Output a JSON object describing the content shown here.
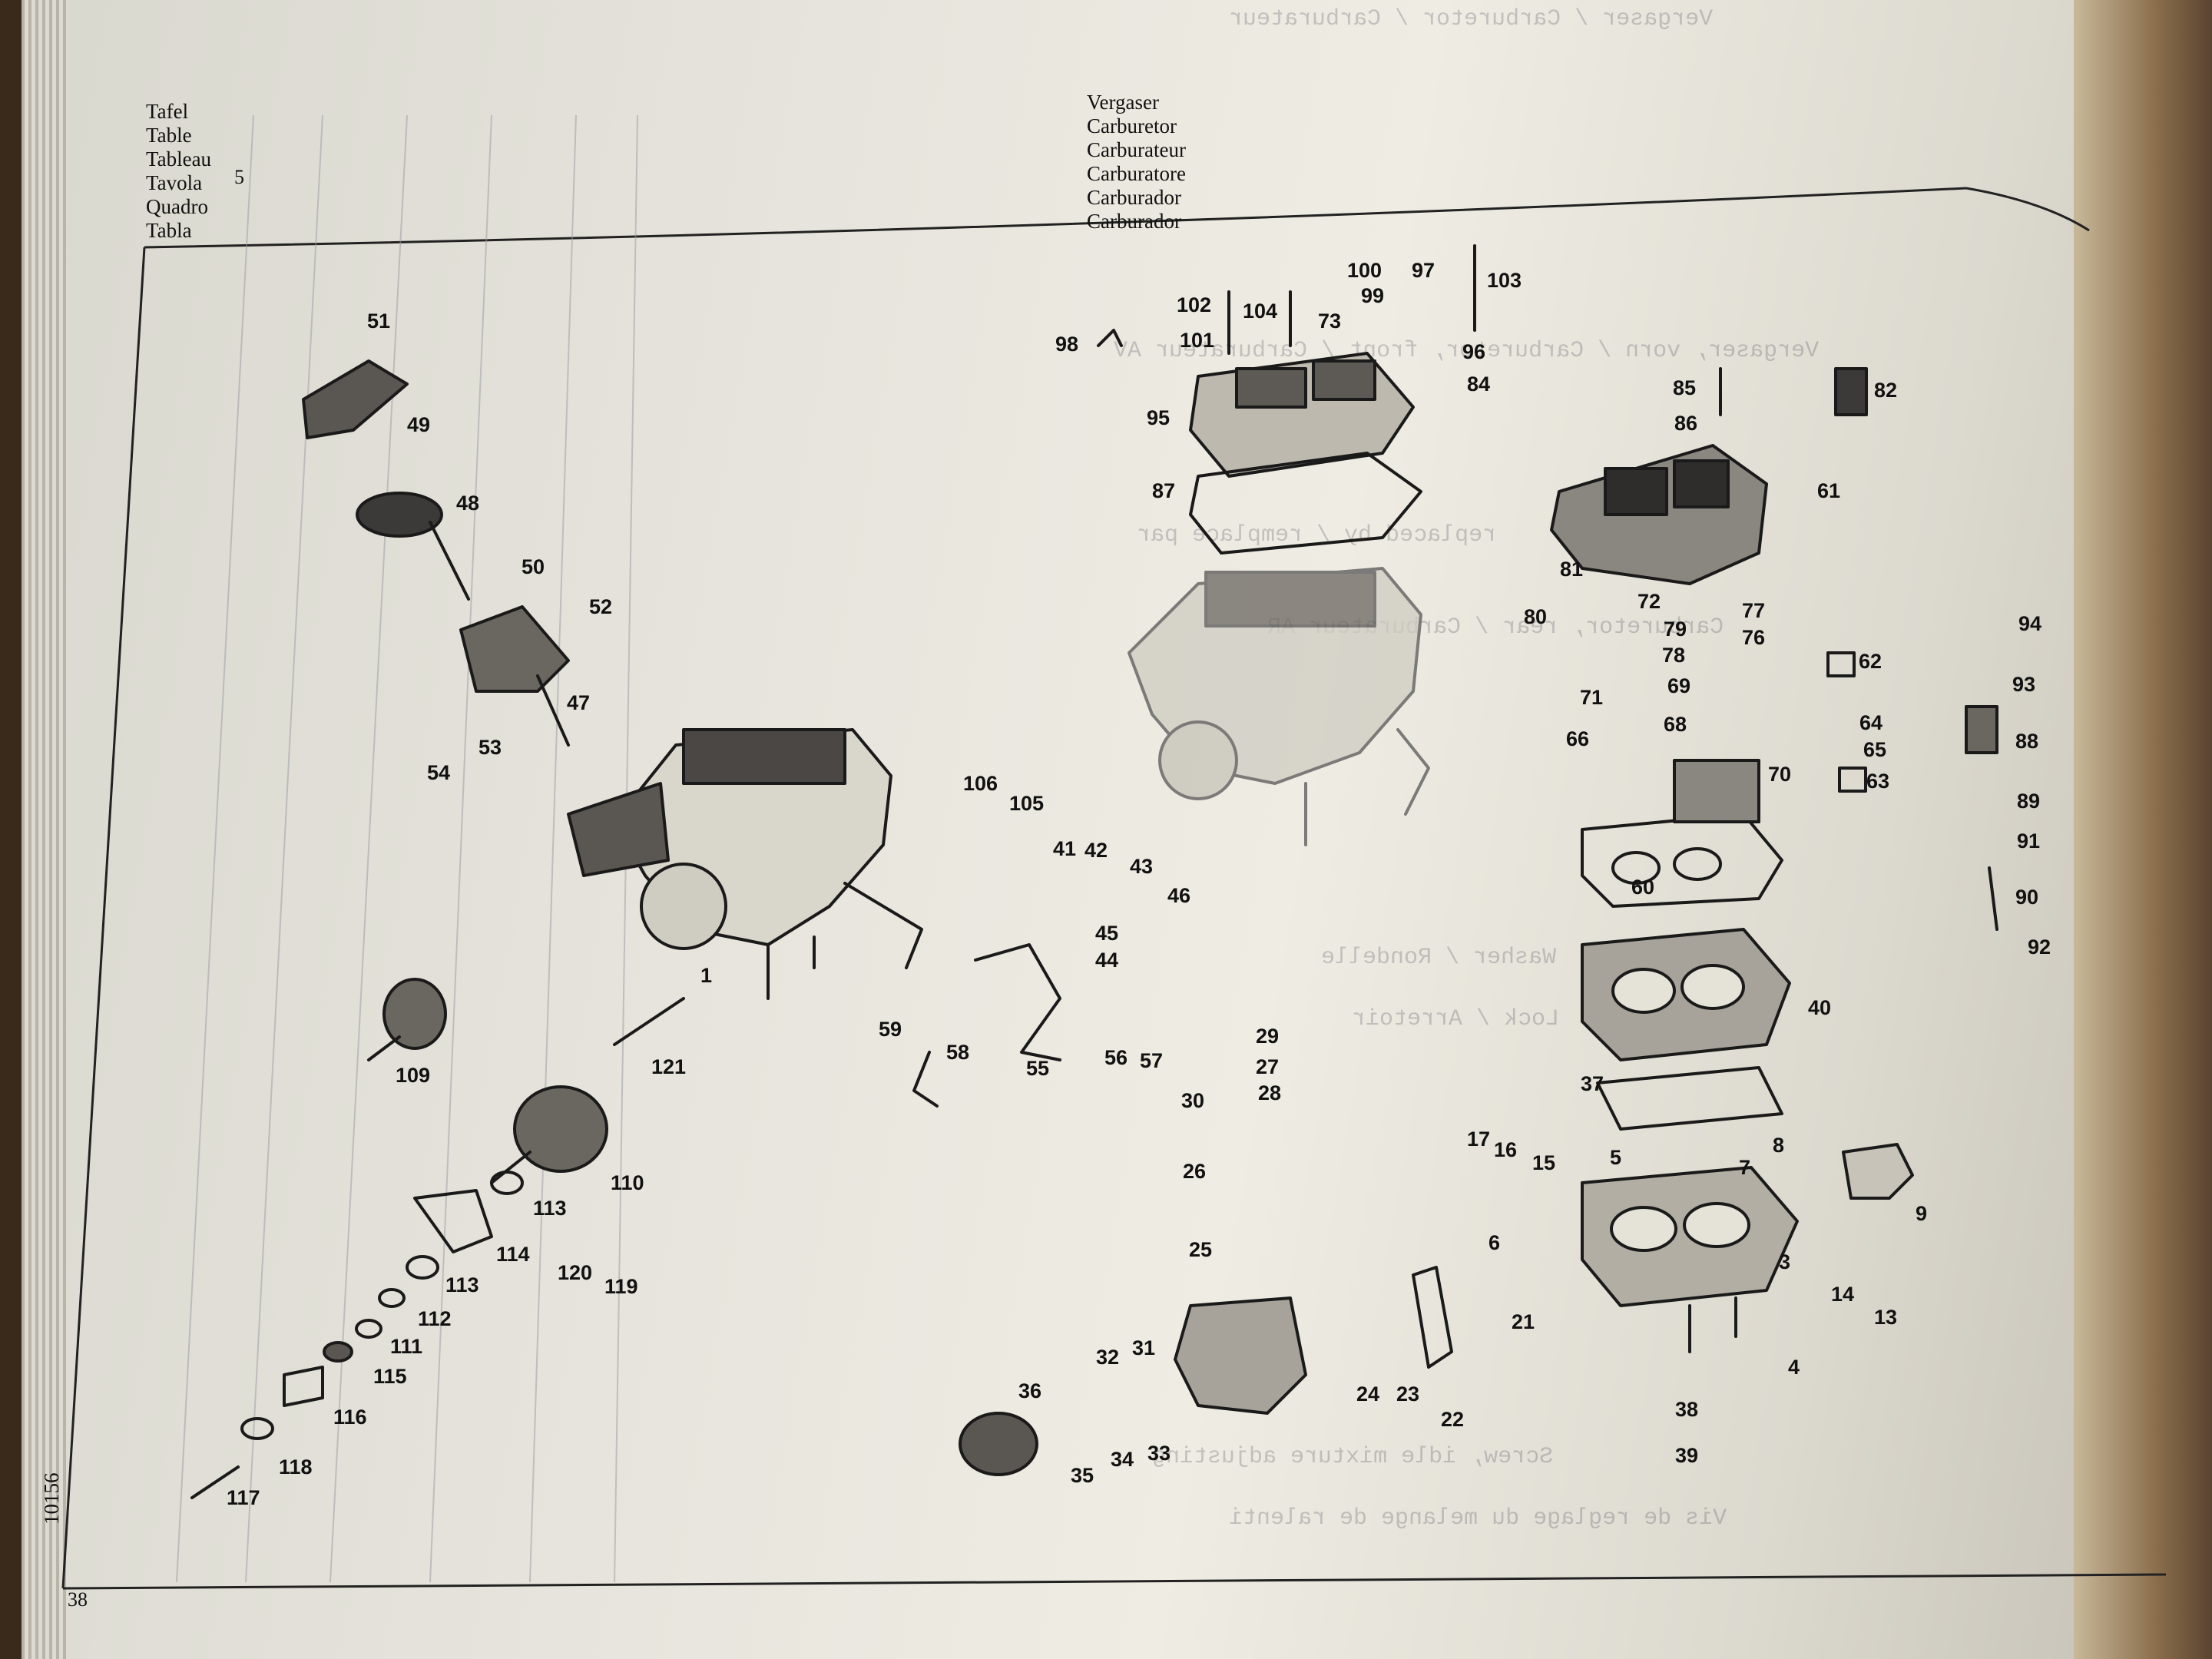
{
  "header": {
    "table_words": [
      "Tafel",
      "Table",
      "Tableau",
      "Tavola",
      "Quadro",
      "Tabla"
    ],
    "table_number": "5",
    "part_names": [
      "Vergaser",
      "Carburetor",
      "Carburateur",
      "Carburatore",
      "Carburador",
      "Carburador"
    ]
  },
  "side_code": "10156",
  "page_number": "38",
  "part_numbers": [
    "1",
    "3",
    "4",
    "5",
    "6",
    "7",
    "8",
    "9",
    "13",
    "14",
    "15",
    "16",
    "17",
    "21",
    "22",
    "24",
    "23",
    "25",
    "26",
    "27",
    "28",
    "29",
    "30",
    "31",
    "32",
    "33",
    "34",
    "35",
    "36",
    "37",
    "38",
    "39",
    "40",
    "41",
    "42",
    "43",
    "44",
    "45",
    "46",
    "47",
    "48",
    "49",
    "50",
    "51",
    "52",
    "53",
    "54",
    "55",
    "56",
    "57",
    "58",
    "59",
    "60",
    "61",
    "62",
    "63",
    "64",
    "65",
    "66",
    "68",
    "69",
    "70",
    "71",
    "72",
    "73",
    "76",
    "77",
    "78",
    "79",
    "80",
    "81",
    "82",
    "84",
    "85",
    "86",
    "87",
    "88",
    "89",
    "90",
    "91",
    "92",
    "93",
    "94",
    "95",
    "96",
    "97",
    "98",
    "99",
    "100",
    "101",
    "102",
    "103",
    "104",
    "105",
    "106",
    "109",
    "110",
    "111",
    "112",
    "113",
    "113",
    "114",
    "115",
    "116",
    "117",
    "118",
    "119",
    "120",
    "121"
  ]
}
